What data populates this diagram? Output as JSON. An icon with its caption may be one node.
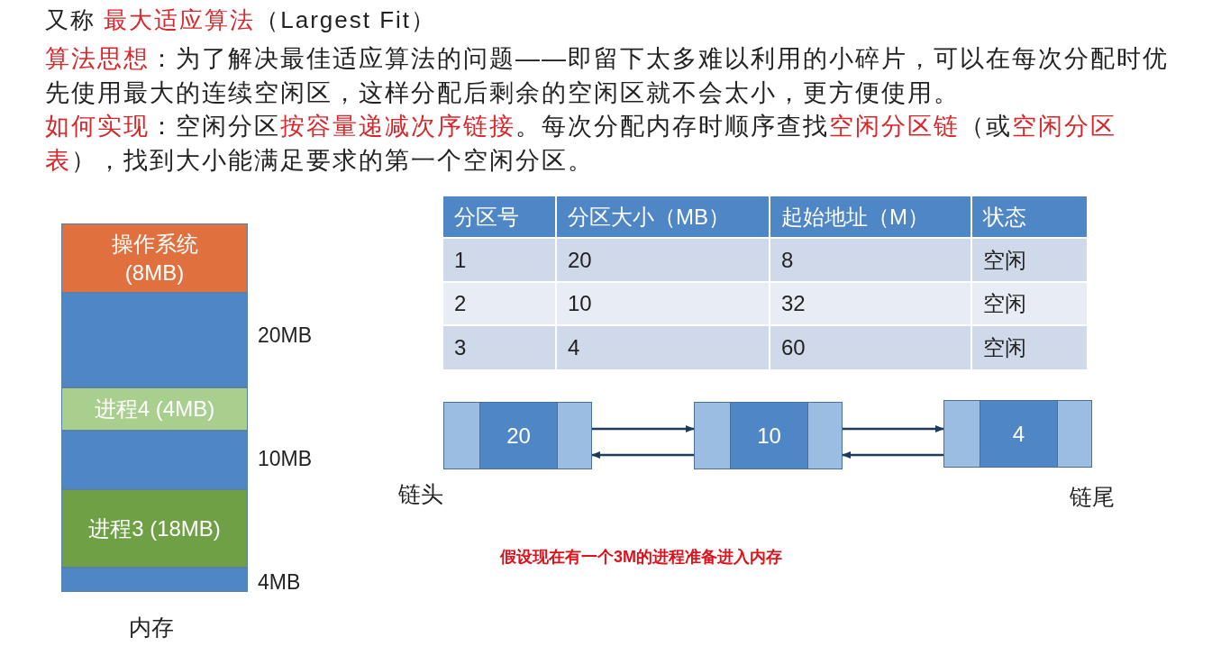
{
  "diagram": {
    "nodes": [
      {
        "text": [
          "操作系统 (8MB)"
        ]
      },
      {
        "text": [],
        "shape": "box",
        "beside": [
          "20MB"
        ]
      },
      {
        "text": [
          "进程4 (4MB)"
        ]
      },
      {
        "text": [],
        "shape": "box",
        "beside": [
          "10MB"
        ]
      },
      {
        "text": [
          "进程3 (18MB)"
        ]
      },
      {
        "text": [],
        "shape": "box",
        "beside": [
          "4MB"
        ]
      },
      {
        "text": [
          "20"
        ]
      },
      {
        "text": [
          "10"
        ]
      },
      {
        "text": [
          "4"
        ]
      }
    ],
    "edges": [
      {
        "from": 6,
        "to": 7,
        "arrow": "to"
      },
      {
        "from": 7,
        "to": 6,
        "arrow": "to"
      },
      {
        "from": 7,
        "to": 8,
        "arrow": "to"
      },
      {
        "from": 8,
        "to": 7,
        "arrow": "to"
      }
    ],
    "labels": [
      "又称 **最大适应算法**（Largest Fit）",
      "**算法思想**：为了解决最佳适应算法的问题——即留下太多难以利用的小碎片，可以在每次分配时优先使用最大的连续空闲区，这样分配后剩余的空闲区就不会太小，更方便使用。",
      "**如何实现**：空闲分区**按容量递减次序链接**。每次分配内存时顺序查找**空闲分区链**（或**空闲分区表**），找到大小能满足要求的第一个空闲分区。",
      "分区号",
      "分区大小（MB）",
      "起始地址（M）",
      "状态",
      "1",
      "20",
      "8",
      "空闲",
      "2",
      "10",
      "32",
      "空闲",
      "3",
      "4",
      "60",
      "空闲",
      "链头",
      "链尾",
      "假设现在有一个3M的进程准备进入内存",
      "内存"
    ]
  }
}
